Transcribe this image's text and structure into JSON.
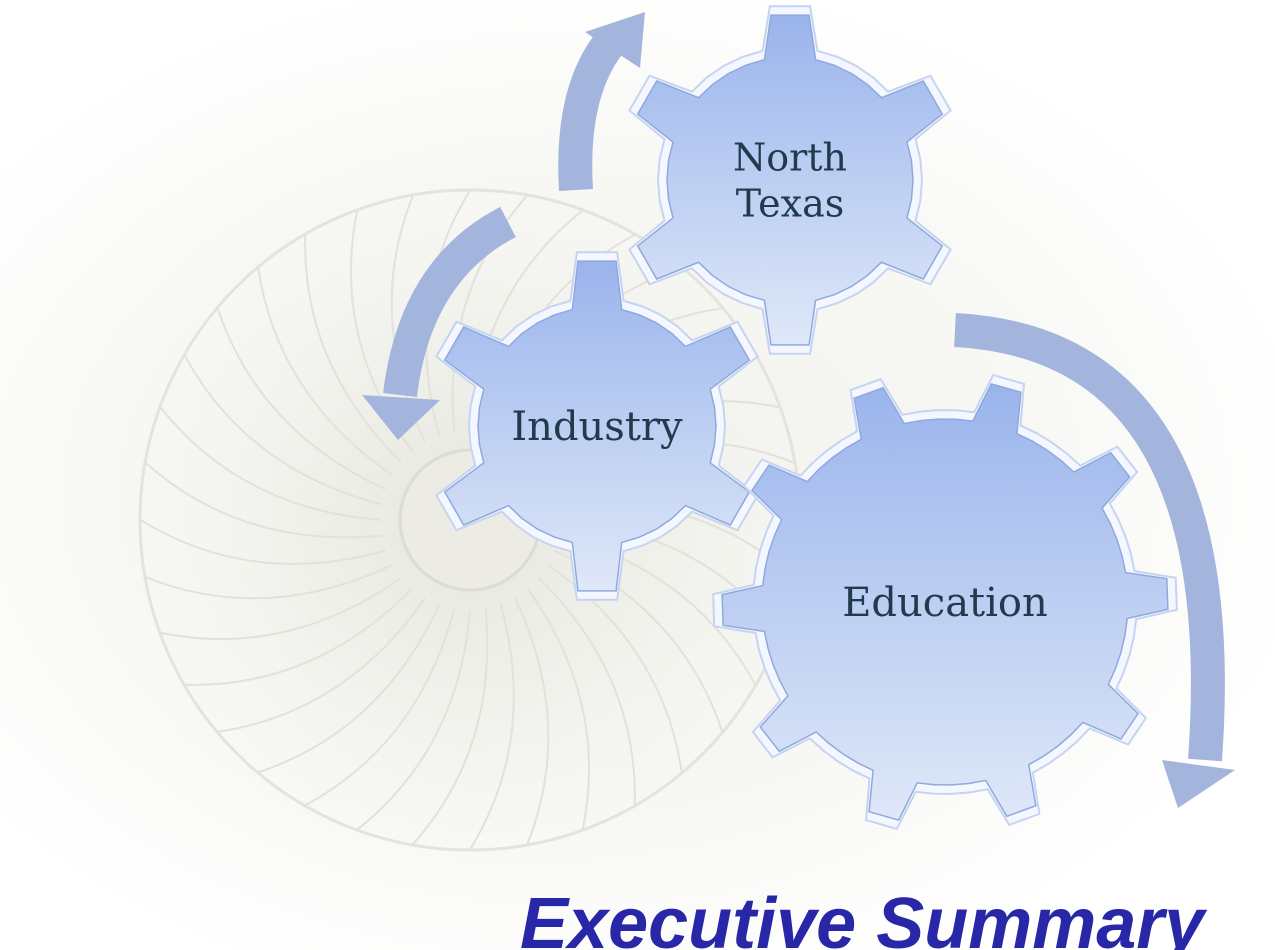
{
  "gears": [
    {
      "id": "north-texas",
      "lines": [
        "North",
        "Texas"
      ]
    },
    {
      "id": "industry",
      "lines": [
        "Industry"
      ]
    },
    {
      "id": "education",
      "lines": [
        "Education"
      ]
    }
  ],
  "caption": "Executive Summary",
  "colors": {
    "gear_top": "#9ab4ec",
    "gear_bottom": "#dfe8f8",
    "gear_outline": "#f4f7ff",
    "arrow": "#a3b5dc",
    "label_text": "#1f3b4d",
    "caption_text": "#2727a8"
  }
}
